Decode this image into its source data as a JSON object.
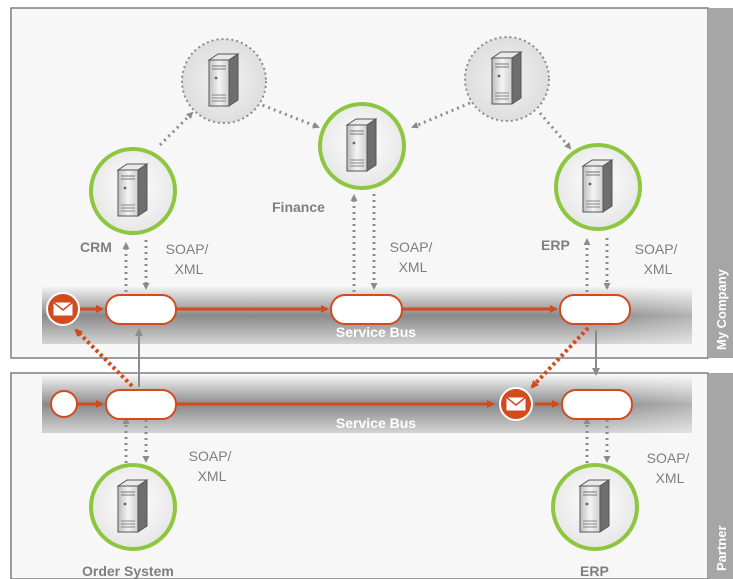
{
  "zones": {
    "top_label": "My Company",
    "bottom_label": "Partner"
  },
  "bus": {
    "top_label": "Service Bus",
    "bottom_label": "Service Bus"
  },
  "nodes": {
    "crm": "CRM",
    "finance": "Finance",
    "erp_top": "ERP",
    "order_system": "Order System",
    "erp_bottom": "ERP"
  },
  "protocols": {
    "crm": [
      "SOAP/",
      "XML"
    ],
    "finance": [
      "SOAP/",
      "XML"
    ],
    "erp_top": [
      "SOAP/",
      "XML"
    ],
    "order_system": [
      "SOAP/",
      "XML"
    ],
    "erp_bottom": [
      "SOAP/",
      "XML"
    ]
  },
  "colors": {
    "green_ring": "#8dc63f",
    "bus_arrow": "#d24a1e",
    "side_band": "#a6a6a6",
    "zone_border": "#7f7f7f",
    "connector": "#8c8c8c"
  },
  "icons": [
    "server-icon",
    "envelope-icon"
  ]
}
